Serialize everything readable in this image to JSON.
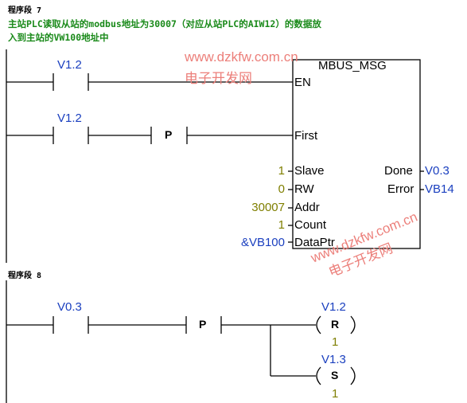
{
  "network7": {
    "title": "程序段 7",
    "comment_line1": "主站PLC读取从站的modbus地址为30007（对应从站PLC的AIW12）的数据放",
    "comment_line2": "入到主站的VW100地址中",
    "contact_en": "V1.2",
    "contact_first": "V1.2",
    "edge_label": "P",
    "block": {
      "name": "MBUS_MSG",
      "inputs": [
        "EN",
        "First",
        "Slave",
        "RW",
        "Addr",
        "Count",
        "DataPtr"
      ],
      "input_values": {
        "Slave": "1",
        "RW": "0",
        "Addr": "30007",
        "Count": "1",
        "DataPtr": "&VB100"
      },
      "outputs": [
        "Done",
        "Error"
      ],
      "output_values": {
        "Done": "V0.3",
        "Error": "VB14"
      }
    }
  },
  "network8": {
    "title": "程序段 8",
    "contact": "V0.3",
    "edge_label": "P",
    "coil_reset": {
      "address": "V1.2",
      "type": "R",
      "count": "1"
    },
    "coil_set": {
      "address": "V1.3",
      "type": "S",
      "count": "1"
    }
  },
  "watermarks": [
    {
      "url": "www.dzkfw.com.cn",
      "text": "电子开发网"
    },
    {
      "url": "www.dzkfw.com.cn",
      "text": "电子开发网"
    }
  ],
  "colors": {
    "comment": "#1a8a1a",
    "operand": "#1a3fbf",
    "constant": "#7f7f00",
    "watermark": "#ec7f7a"
  }
}
